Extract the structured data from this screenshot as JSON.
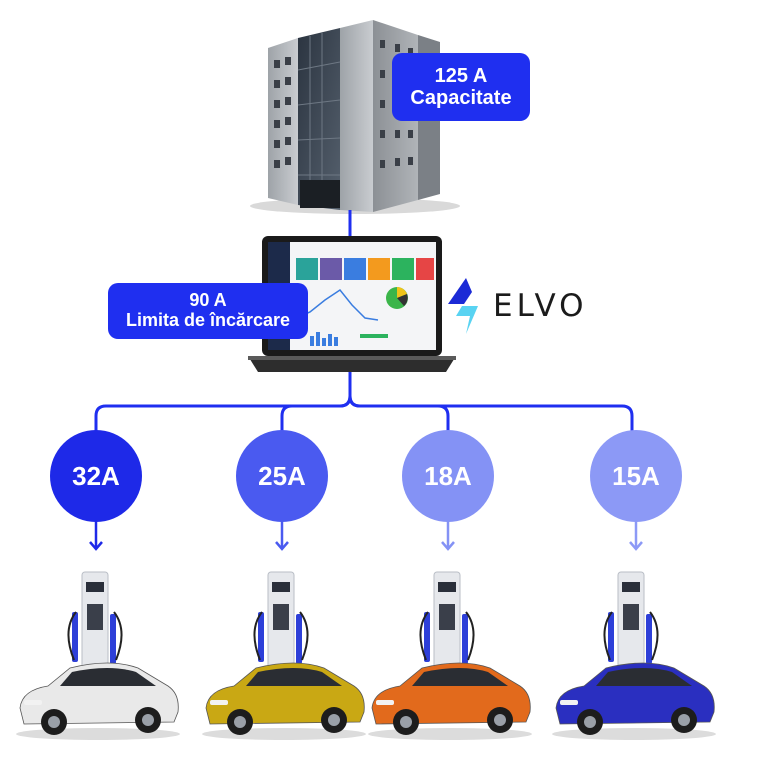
{
  "building": {
    "capacity_line1": "125 A",
    "capacity_line2": "Capacitate"
  },
  "laptop": {
    "limit_line1": "90 A",
    "limit_line2": "Limita de încărcare"
  },
  "brand": {
    "name": "ELVO",
    "colors": {
      "bolt_dark": "#1b2ad6",
      "bolt_light": "#59d3f2"
    }
  },
  "chargers": [
    {
      "amps": "32A",
      "circle_color": "#1e29e8",
      "car_color": "#e9e9e9"
    },
    {
      "amps": "25A",
      "circle_color": "#4a5af0",
      "car_color": "#c9a814"
    },
    {
      "amps": "18A",
      "circle_color": "#8492f5",
      "car_color": "#e26a1c"
    },
    {
      "amps": "15A",
      "circle_color": "#8c99f6",
      "car_color": "#2a2fc0"
    }
  ],
  "colors": {
    "accent": "#1f2ff0",
    "line": "#1f2ff0"
  }
}
